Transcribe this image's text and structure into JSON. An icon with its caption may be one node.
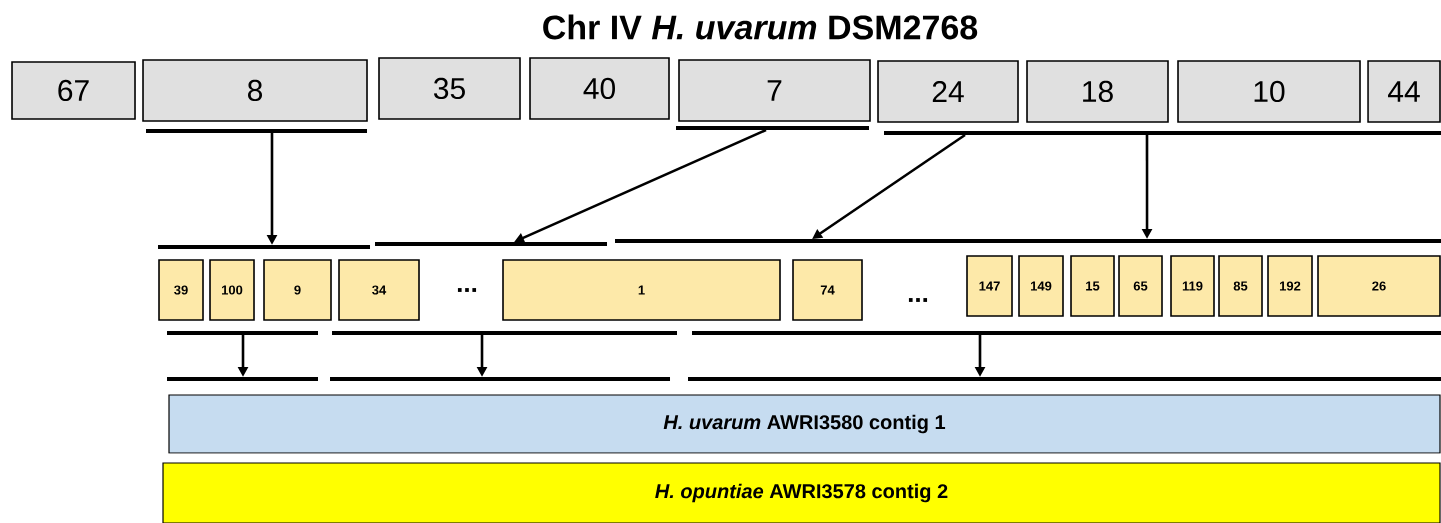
{
  "diagram": {
    "title": "Chr IV *H. uvarum* DSM2768",
    "nodes": [
      {
        "text": [
          "67"
        ]
      },
      {
        "text": [
          "8"
        ]
      },
      {
        "text": [
          "35"
        ]
      },
      {
        "text": [
          "40"
        ]
      },
      {
        "text": [
          "7"
        ]
      },
      {
        "text": [
          "24"
        ]
      },
      {
        "text": [
          "18"
        ]
      },
      {
        "text": [
          "10"
        ]
      },
      {
        "text": [
          "44"
        ]
      },
      {
        "text": [],
        "shape": "bar"
      },
      {
        "text": [],
        "shape": "bar"
      },
      {
        "text": [],
        "shape": "bar"
      },
      {
        "text": [],
        "shape": "bar"
      },
      {
        "text": [],
        "shape": "bar"
      },
      {
        "text": [],
        "shape": "bar"
      },
      {
        "text": [
          "39"
        ]
      },
      {
        "text": [
          "100"
        ]
      },
      {
        "text": [
          "9"
        ]
      },
      {
        "text": [
          "34"
        ]
      },
      {
        "text": [
          "1"
        ]
      },
      {
        "text": [
          "74"
        ]
      },
      {
        "text": [
          "147"
        ]
      },
      {
        "text": [
          "149"
        ]
      },
      {
        "text": [
          "15"
        ]
      },
      {
        "text": [
          "65"
        ]
      },
      {
        "text": [
          "119"
        ]
      },
      {
        "text": [
          "85"
        ]
      },
      {
        "text": [
          "192"
        ]
      },
      {
        "text": [
          "26"
        ]
      },
      {
        "text": [],
        "shape": "bar"
      },
      {
        "text": [],
        "shape": "bar"
      },
      {
        "text": [],
        "shape": "bar"
      },
      {
        "text": [],
        "shape": "bar"
      },
      {
        "text": [],
        "shape": "bar"
      },
      {
        "text": [],
        "shape": "bar"
      },
      {
        "text": [
          "*H. uvarum* AWRI3580 contig 1"
        ]
      },
      {
        "text": [
          "*H. opuntiae* AWRI3578 contig 2"
        ]
      }
    ],
    "edges": [
      {
        "from": 9,
        "to": 12,
        "arrow": "to"
      },
      {
        "from": 10,
        "to": 13,
        "arrow": "to"
      },
      {
        "from": 11,
        "to": 14,
        "arrow": "to"
      },
      {
        "from": 11,
        "to": 14,
        "arrow": "to"
      },
      {
        "from": 29,
        "to": 32,
        "arrow": "to"
      },
      {
        "from": 30,
        "to": 33,
        "arrow": "to"
      },
      {
        "from": 31,
        "to": 34,
        "arrow": "to"
      }
    ],
    "labels": [
      "...",
      "..."
    ]
  }
}
